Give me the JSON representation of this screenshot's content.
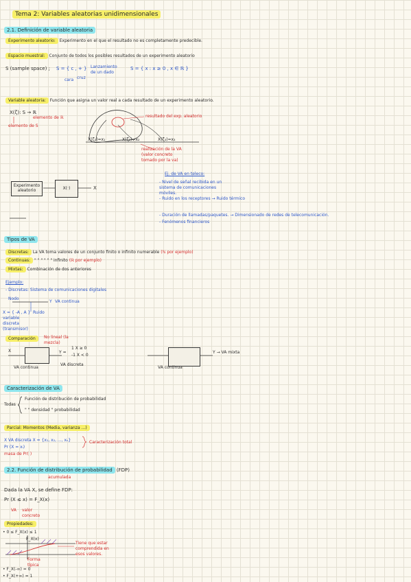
{
  "title": "Tema 2: Variables aleatorias unidimensionales",
  "s21": {
    "heading": "2.1. Definición de variable aleatoria",
    "experimento_term": "Experimento aleatorio:",
    "experimento_def": "Experimento en el que el resultado no es completamente predecible.",
    "espacio_term": "Espacio muestral:",
    "espacio_def": "Conjunto de todos los posibles resultados de un experimento aleatorio",
    "s_label": "S (sample space) ;",
    "s_example1": "S = { c , + }",
    "s_ann1": "Lanzamiento de un dado",
    "s_example2": "S = { x : x ≥ 0 , x ∈ ℝ }",
    "cara": "cara",
    "cruz": "cruz",
    "va_term": "Variable aleatoria:",
    "va_def": "Función que asigna un valor real a cada resultado de un experimento aleatorio.",
    "map": "X(ζ): S → ℝ",
    "map_ann1": "elemento de S",
    "map_ann2": "elemento de ℝ",
    "resultado_exp": "resultado del exp. aleatorio",
    "x1": "X(ζ₁)=x₁",
    "x2": "X(ζ₂)=x₂",
    "x3": "X(ζ₃)=x₃",
    "realizacion": "realización de la VA (valor concreto tomado por la va)",
    "diag_box1": "Experimento aleatorio",
    "diag_box2": "X(·)",
    "diag_out": "X",
    "ej_title": "Ej. de VA en teleco:",
    "ej1": "- Nivel de señal recibida en un sistema de comunicaciones móviles.",
    "ej2": "- Ruido en los receptores → Ruido térmico",
    "ej3": "- Duración de llamadas/paquetes. → Dimensionado de redes de telecomunicación.",
    "ej4": "- Fenómenos financieros"
  },
  "tipos": {
    "heading": "Tipos de VA",
    "discretas_term": "Discretas:",
    "discretas_def": "La VA toma valores de un conjunto finito o infinito numerable",
    "discretas_ex": "(ℕ por ejemplo)",
    "continuas_term": "Continuas:",
    "continuas_def": "\"    \"    \"    \"    \"    \"    infinito",
    "continuas_ex": "(ℝ por ejemplo)",
    "mixtas_term": "Mixtas:",
    "mixtas_def": "Combinación de dos anteriores",
    "ejemplo": "Ejemplo:",
    "disc_ex": "- Discretas: Sistema de comunicaciones digitales",
    "nodo": "Nodo",
    "ruido": "Ruido",
    "y_label": "Y",
    "va_cont_1": "VA continua",
    "x_vals": "X = { -A , A }",
    "x_vals2": "variable discreta (transmisor)",
    "comp_title": "Comparación",
    "no_lineal": "No lineal (la mezcla)",
    "comp_x": "X",
    "comp_y_top": "1   X ≥ 0",
    "comp_y_bot": "-1  X < 0",
    "comp_y": "Y =",
    "va_cont_2": "VA continua",
    "va_disc": "VA discreta",
    "y_mixta": "Y → VA mixta",
    "va_cont_3": "VA continua"
  },
  "caract": {
    "heading": "Caracterización de VA",
    "todas": "Todas",
    "fdp": "Función de distribución de probabilidad",
    "densidad": "\"    \"  densidad   \"   probabilidad",
    "parcial": "Parcial: Momentos (Media, varianza ...)",
    "xdisc": "X VA discreta   X = {x₁, x₂, ..., xₙ}",
    "prob": "Pr (X = xᵢ)",
    "carac_total": "Caracterización total",
    "masa": "masa de Pr( )"
  },
  "s22": {
    "heading": "2.2. Función de distribución de probabilidad",
    "fdp_abbr": "(FDP)",
    "acumulada": "acumulada",
    "dada": "Dada la VA X, se define FDP:",
    "formula": "Pr (X ≤ x) = F_X(x)",
    "va_ann": "VA",
    "valor_ann": "valor concreto",
    "propiedades": "Propiedades:",
    "prop1": "• 0 ≤ F_X(x) ≤ 1",
    "fx_label": "F_X(x)",
    "note": "Tiene que estar comprendida en esos valores.",
    "forma_ann": "Forma típica",
    "prop2": "• F_X(-∞) = 0",
    "prop3": "• F_X(+∞) = 1"
  }
}
